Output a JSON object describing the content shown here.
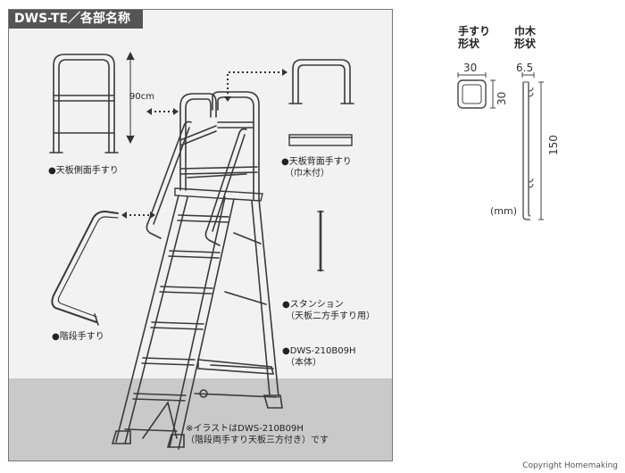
{
  "title": "DWS-TE／各部名称",
  "labels": {
    "dim_90": "90cm",
    "top_side_rail": "●天板側面手すり",
    "back_rail": "●天板背面手すり",
    "back_rail_sub": "（巾木付）",
    "stair_rail": "●階段手すり",
    "stanchion": "●スタンション",
    "stanchion_sub": "（天板二方手すり用）",
    "body_model": "●DWS-210B09H",
    "body_sub": "（本体）",
    "note_1": "※イラストはDWS-210B09H",
    "note_2": "（階段両手すり天板三方付き）です"
  },
  "spec": {
    "col1_line1": "手すり",
    "col1_line2": "形状",
    "col2_line1": "巾木",
    "col2_line2": "形状",
    "dim_30_top": "30",
    "dim_65": "6.5",
    "dim_30_side": "30",
    "dim_150": "150",
    "unit": "(mm)"
  },
  "copyright": "Copyright  Homemaking"
}
